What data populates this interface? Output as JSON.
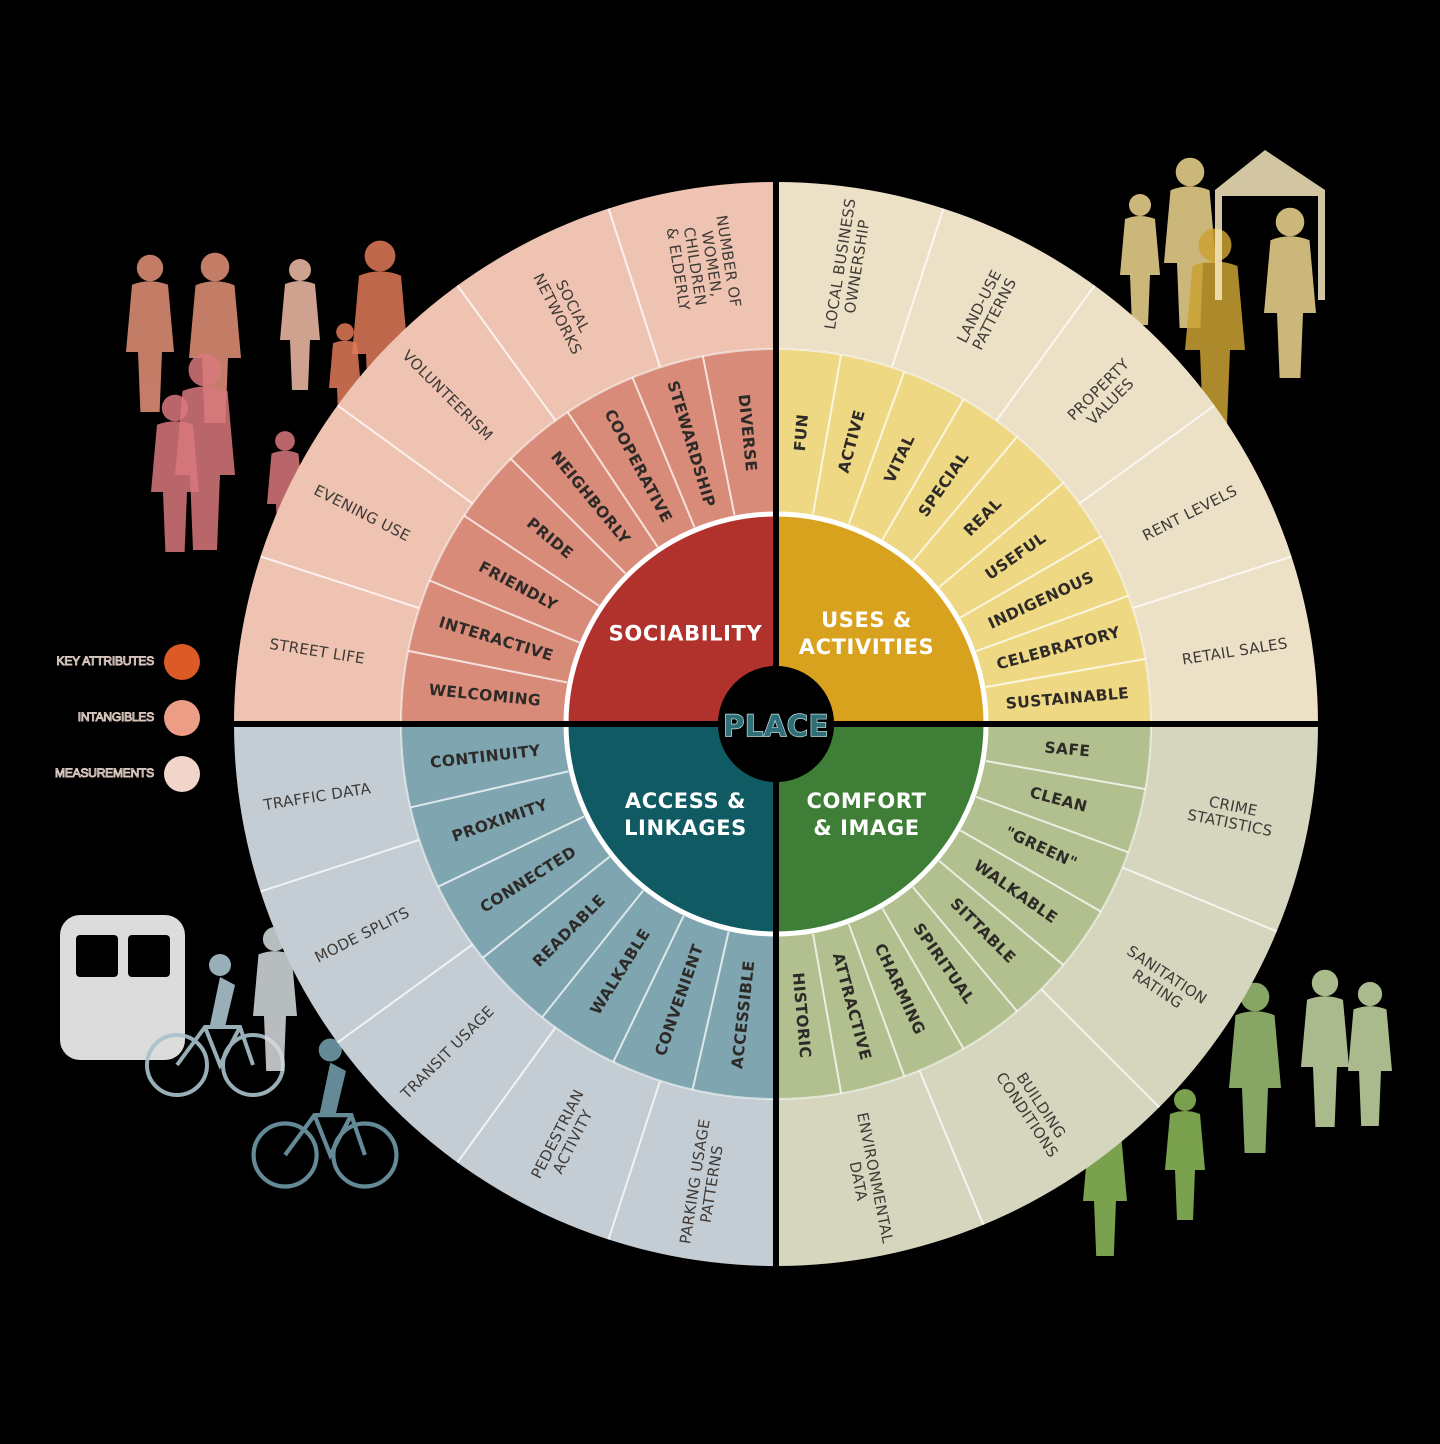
{
  "colors": {
    "background": "#000000",
    "sociability_key": "#b1322c",
    "sociability_mid": "#d88b78",
    "sociability_outer": "#efc3b2",
    "uses_key": "#d9a21e",
    "uses_mid": "#eed884",
    "uses_outer": "#ece0c6",
    "access_key": "#0f5a63",
    "access_mid": "#7ea5b0",
    "access_outer": "#c4cdd3",
    "comfort_key": "#3e7e37",
    "comfort_mid": "#b1c08e",
    "comfort_outer": "#d6d6bf",
    "legend_key": "#dc5a26",
    "legend_intangible": "#ec9d85",
    "legend_measure": "#f1d5ca"
  },
  "legend": [
    {
      "label": "KEY ATTRIBUTES"
    },
    {
      "label": "INTANGIBLES"
    },
    {
      "label": "MEASUREMENTS"
    }
  ],
  "center": {
    "label": "PLACE"
  },
  "quadrants": [
    {
      "id": "sociability",
      "key_lines": [
        "SOCIABILITY"
      ],
      "intangibles": [
        "WELCOMING",
        "INTERACTIVE",
        "FRIENDLY",
        "PRIDE",
        "NEIGHBORLY",
        "COOPERATIVE",
        "STEWARDSHIP",
        "DIVERSE"
      ],
      "measurements": [
        [
          "STREET LIFE"
        ],
        [
          "EVENING USE"
        ],
        [
          "VOLUNTEERISM"
        ],
        [
          "SOCIAL",
          "NETWORKS"
        ],
        [
          "NUMBER OF",
          "WOMEN,",
          "CHILDREN",
          "& ELDERLY"
        ]
      ]
    },
    {
      "id": "uses",
      "key_lines": [
        "USES &",
        "ACTIVITIES"
      ],
      "intangibles": [
        "FUN",
        "ACTIVE",
        "VITAL",
        "SPECIAL",
        "REAL",
        "USEFUL",
        "INDIGENOUS",
        "CELEBRATORY",
        "SUSTAINABLE"
      ],
      "measurements": [
        [
          "LOCAL BUSINESS",
          "OWNERSHIP"
        ],
        [
          "LAND-USE",
          "PATTERNS"
        ],
        [
          "PROPERTY",
          "VALUES"
        ],
        [
          "RENT LEVELS"
        ],
        [
          "RETAIL SALES"
        ]
      ]
    },
    {
      "id": "comfort",
      "key_lines": [
        "COMFORT",
        "& IMAGE"
      ],
      "intangibles": [
        "SAFE",
        "CLEAN",
        "\"GREEN\"",
        "WALKABLE",
        "SITTABLE",
        "SPIRITUAL",
        "CHARMING",
        "ATTRACTIVE",
        "HISTORIC"
      ],
      "measurements": [
        [
          "CRIME",
          "STATISTICS"
        ],
        [
          "SANITATION",
          "RATING"
        ],
        [
          "BUILDING",
          "CONDITIONS"
        ],
        [
          "ENVIRONMENTAL",
          "DATA"
        ]
      ]
    },
    {
      "id": "access",
      "key_lines": [
        "ACCESS &",
        "LINKAGES"
      ],
      "intangibles": [
        "ACCESSIBLE",
        "CONVENIENT",
        "WALKABLE",
        "READABLE",
        "CONNECTED",
        "PROXIMITY",
        "CONTINUITY"
      ],
      "measurements": [
        [
          "PARKING USAGE",
          "PATTERNS"
        ],
        [
          "PEDESTRIAN",
          "ACTIVITY"
        ],
        [
          "TRANSIT USAGE"
        ],
        [
          "MODE SPLITS"
        ],
        [
          "TRAFFIC DATA"
        ]
      ]
    }
  ]
}
